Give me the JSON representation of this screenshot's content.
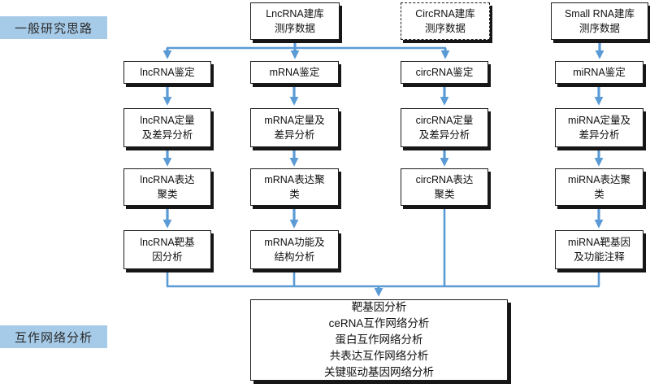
{
  "section_labels": {
    "top": "一般研究思路",
    "bottom": "互作网络分析"
  },
  "colors": {
    "connector": "#5b9bd5",
    "label_bg": "#a6cbe9",
    "box_bg": "#ffffff",
    "box_border": "#1c1c1c"
  },
  "flowchart": {
    "sources": [
      {
        "id": "lncrna-library",
        "border": "solid",
        "lines": [
          "LncRNA建库",
          "测序数据"
        ]
      },
      {
        "id": "circrna-library",
        "border": "dashed",
        "lines": [
          "CircRNA建库",
          "测序数据"
        ]
      },
      {
        "id": "smallrna-library",
        "border": "solid",
        "lines": [
          "Small RNA建库",
          "测序数据"
        ]
      }
    ],
    "identification": [
      {
        "lines": [
          "lncRNA鉴定"
        ]
      },
      {
        "lines": [
          "mRNA鉴定"
        ]
      },
      {
        "lines": [
          "circRNA鉴定"
        ]
      },
      {
        "lines": [
          "miRNA鉴定"
        ]
      }
    ],
    "quantification": [
      {
        "lines": [
          "lncRNA定量",
          "及差异分析"
        ]
      },
      {
        "lines": [
          "mRNA定量及",
          "差异分析"
        ]
      },
      {
        "lines": [
          "circRNA定量",
          "及差异分析"
        ]
      },
      {
        "lines": [
          "miRNA定量及",
          "差异分析"
        ]
      }
    ],
    "clustering": [
      {
        "lines": [
          "lncRNA表达",
          "聚类"
        ]
      },
      {
        "lines": [
          "mRNA表达聚",
          "类"
        ]
      },
      {
        "lines": [
          "circRNA表达",
          "聚类"
        ]
      },
      {
        "lines": [
          "miRNA表达聚",
          "类"
        ]
      }
    ],
    "function_analysis": [
      {
        "lines": [
          "lncRNA靶基",
          "因分析"
        ]
      },
      {
        "lines": [
          "mRNA功能及",
          "结构分析"
        ]
      },
      {
        "lines": [
          "miRNA靶基因",
          "及功能注释"
        ]
      }
    ],
    "network_box": {
      "lines": [
        "靶基因分析",
        "ceRNA互作网络分析",
        "蛋白互作网络分析",
        "共表达互作网络分析",
        "关键驱动基因网络分析"
      ]
    }
  }
}
